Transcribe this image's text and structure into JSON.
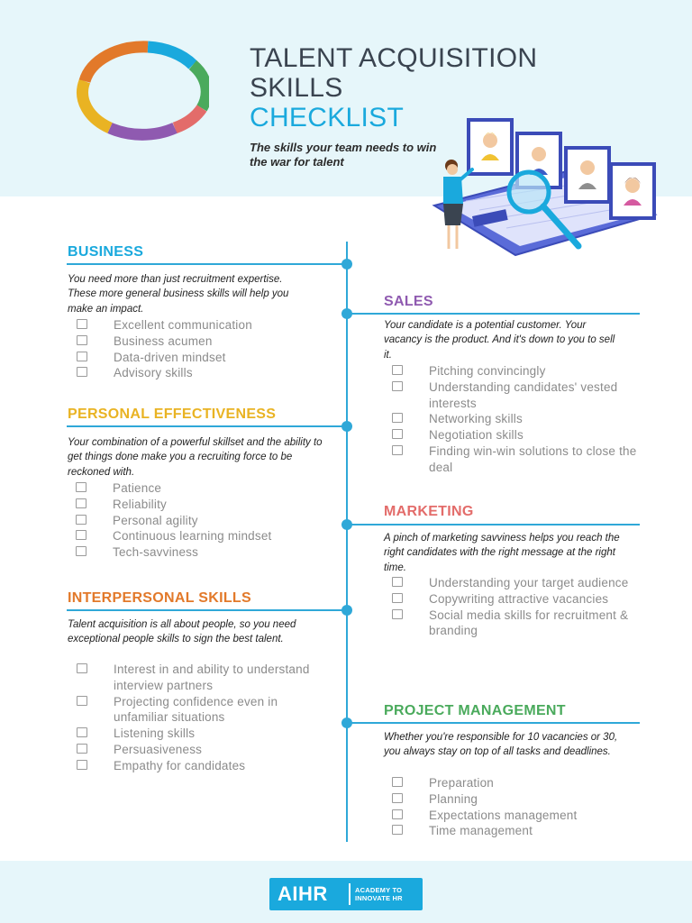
{
  "header": {
    "title_line1": "TALENT ACQUISITION",
    "title_line2": "SKILLS",
    "title_line3": "CHECKLIST",
    "subtitle": "The skills your team needs to win the war for talent"
  },
  "colors": {
    "band": "#e6f6fa",
    "accent": "#1aa9dd",
    "timeline": "#2fa8d8",
    "business": "#1aa9dd",
    "personal_effectiveness": "#e9b323",
    "interpersonal": "#e2792a",
    "sales": "#8f5ab0",
    "marketing": "#e36c6a",
    "project_management": "#4aaa5c"
  },
  "sections": {
    "business": {
      "title": "BUSINESS",
      "description": "You need more than just recruitment expertise. These more general business skills will help you make an impact.",
      "items": [
        "Excellent communication",
        "Business acumen",
        "Data-driven mindset",
        "Advisory skills"
      ]
    },
    "personal": {
      "title": "PERSONAL EFFECTIVENESS",
      "description": "Your combination of a powerful skillset and the ability to get things done make you a recruiting force to be reckoned with.",
      "items": [
        "Patience",
        "Reliability",
        "Personal agility",
        "Continuous learning mindset",
        "Tech-savviness"
      ]
    },
    "interpersonal": {
      "title": "INTERPERSONAL SKILLS",
      "description": "Talent acquisition is all about people, so you need exceptional people skills to sign the best talent.",
      "items": [
        "Interest in and ability to understand interview partners",
        "Projecting confidence even in unfamiliar situations",
        "Listening skills",
        "Persuasiveness",
        "Empathy for candidates"
      ]
    },
    "sales": {
      "title": "SALES",
      "description": "Your candidate is a potential customer. Your vacancy is the product. And it's down to you to sell it.",
      "items": [
        "Pitching convincingly",
        "Understanding candidates' vested interests",
        "Networking skills",
        "Negotiation skills",
        "Finding win-win solutions to close the deal"
      ]
    },
    "marketing": {
      "title": "MARKETING",
      "description": "A pinch of marketing savviness helps you reach the right candidates with the right message at the right time.",
      "items": [
        "Understanding your target audience",
        "Copywriting attractive vacancies",
        "Social media skills for recruitment & branding"
      ]
    },
    "project": {
      "title": "PROJECT MANAGEMENT",
      "description": "Whether you're responsible for 10 vacancies or 30, you always stay on top of all tasks and deadlines.",
      "items": [
        "Preparation",
        "Planning",
        "Expectations management",
        "Time management"
      ]
    }
  },
  "footer": {
    "logo_text": "AIHR",
    "logo_tagline": "ACADEMY TO INNOVATE HR"
  }
}
